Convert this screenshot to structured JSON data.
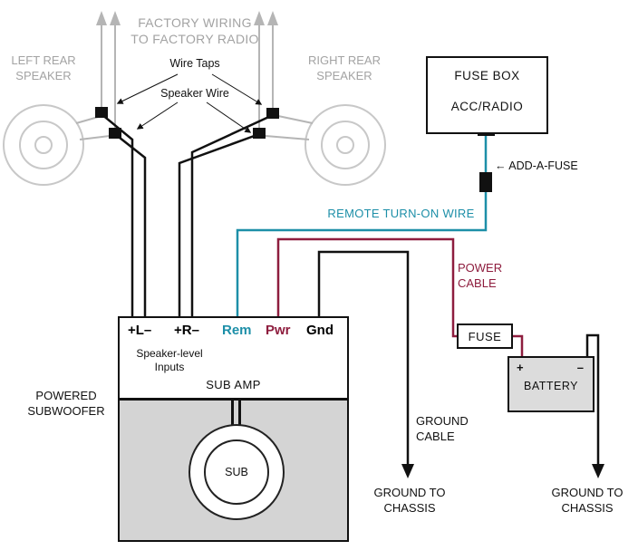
{
  "colors": {
    "gray_text": "#a3a3a3",
    "wire_black": "#111111",
    "wire_teal": "#1d8fa8",
    "wire_maroon": "#8e1d3e",
    "enclosure_fill": "#d4d4d4",
    "battery_fill": "#dcdcdc"
  },
  "top": {
    "factory_wiring_line1": "FACTORY WIRING",
    "factory_wiring_line2": "TO FACTORY RADIO",
    "left_speaker_line1": "LEFT REAR",
    "left_speaker_line2": "SPEAKER",
    "right_speaker_line1": "RIGHT REAR",
    "right_speaker_line2": "SPEAKER",
    "wire_taps_label": "Wire Taps",
    "speaker_wire_label": "Speaker Wire"
  },
  "fuse_box": {
    "title": "FUSE BOX",
    "slot": "ACC/RADIO"
  },
  "add_a_fuse": {
    "arrow": "←",
    "label": "ADD-A-FUSE"
  },
  "wires": {
    "remote_label": "REMOTE TURN-ON WIRE",
    "power_line1": "POWER",
    "power_line2": "CABLE",
    "ground_line1": "GROUND",
    "ground_line2": "CABLE"
  },
  "fuse": {
    "label": "FUSE"
  },
  "battery": {
    "label": "BATTERY",
    "plus": "+",
    "minus": "–"
  },
  "amp": {
    "terminal_left": "+L–",
    "terminal_right": "+R–",
    "terminal_rem": "Rem",
    "terminal_pwr": "Pwr",
    "terminal_gnd": "Gnd",
    "inputs_line1": "Speaker-level",
    "inputs_line2": "Inputs",
    "name": "SUB AMP"
  },
  "subwoofer": {
    "caption_line1": "POWERED",
    "caption_line2": "SUBWOOFER",
    "driver_label": "SUB"
  },
  "grounds": {
    "left_line1": "GROUND TO",
    "left_line2": "CHASSIS",
    "right_line1": "GROUND TO",
    "right_line2": "CHASSIS"
  }
}
